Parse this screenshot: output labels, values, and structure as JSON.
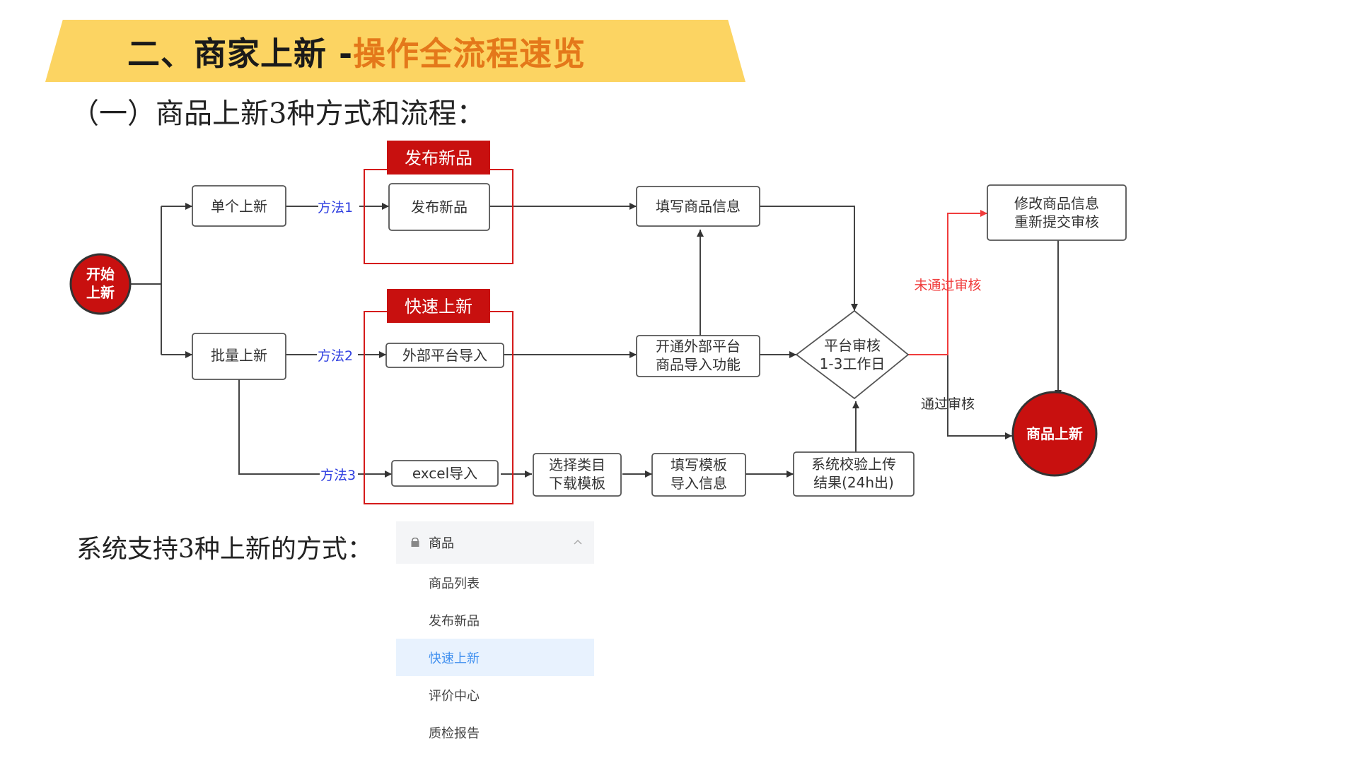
{
  "header": {
    "title_main": "二、商家上新 - ",
    "title_accent": "操作全流程速览",
    "subtitle": "（一）商品上新3种方式和流程："
  },
  "diagram": {
    "start": "开始|上新",
    "end": "商品上新",
    "single": "单个上新",
    "batch": "批量上新",
    "method1": "方法1",
    "method2": "方法2",
    "method3": "方法3",
    "group1_label": "发布新品",
    "group2_label": "快速上新",
    "publish_new": "发布新品",
    "external_import": "外部平台导入",
    "excel_import": "excel导入",
    "fill_info": "填写商品信息",
    "open_import": "开通外部平台|商品导入功能",
    "choose_category": "选择类目|下载模板",
    "fill_template": "填写模板|导入信息",
    "system_check": "系统校验上传|结果(24h出)",
    "review": "平台审核|1-3工作日",
    "modify": "修改商品信息|重新提交审核",
    "fail_label": "未通过审核",
    "pass_label": "通过审核"
  },
  "intro": "系统支持3种上新的方式：",
  "menu": {
    "header": "商品",
    "items": [
      "商品列表",
      "发布新品",
      "快速上新",
      "评价中心",
      "质检报告"
    ],
    "active_index": 2
  },
  "colors": {
    "banner": "#fcd462",
    "accent": "#e4781a",
    "red": "#d51a1a",
    "link_blue": "#2f3fe0",
    "menu_active": "#3d8eef"
  }
}
